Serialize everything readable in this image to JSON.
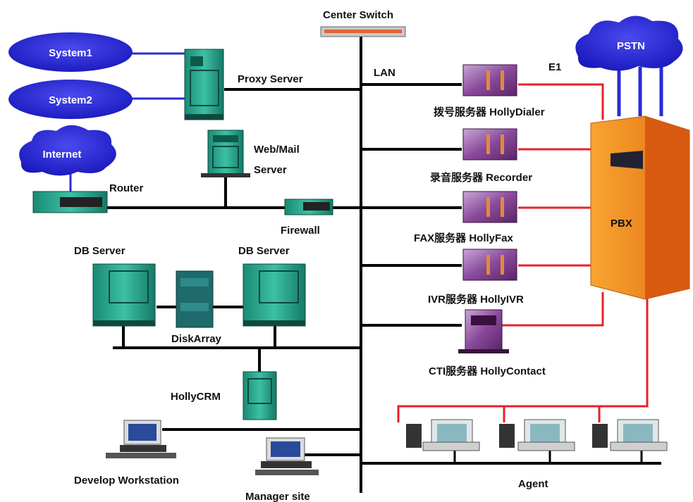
{
  "labels": {
    "center_switch": "Center Switch",
    "lan": "LAN",
    "e1": "E1",
    "pstn": "PSTN",
    "pbx": "PBX",
    "system1": "System1",
    "system2": "System2",
    "internet": "Internet",
    "proxy_server": "Proxy Server",
    "webmail_line1": "Web/Mail",
    "webmail_line2": "Server",
    "router": "Router",
    "firewall": "Firewall",
    "db_server_left": "DB Server",
    "db_server_right": "DB Server",
    "diskarray": "DiskArray",
    "hollycrm": "HollyCRM",
    "develop_workstation": "Develop Workstation",
    "manager_site": "Manager site",
    "agent": "Agent",
    "dialer": "拨号服务器 HollyDialer",
    "recorder": "录音服务器 Recorder",
    "fax": "FAX服务器 HollyFax",
    "ivr": "IVR服务器 HollyIVR",
    "cti": "CTI服务器 HollyContact"
  },
  "colors": {
    "lan_line": "#000000",
    "pbx_link": "#e8202a",
    "system_link": "#2a2ad8",
    "cloud": "#1e1ed0",
    "server_teal": "#2aa890",
    "purple_server": "#7a3a8a",
    "pbx_orange": "#f08a1a"
  },
  "icons": {
    "cloud": "cloud-icon",
    "server": "server-tower-icon",
    "rack": "rack-server-icon",
    "workstation": "workstation-icon",
    "router": "router-icon",
    "firewall": "firewall-icon",
    "switch": "switch-icon",
    "pbx": "pbx-cabinet-icon",
    "agent": "agent-desk-icon",
    "disk": "disk-array-icon"
  }
}
